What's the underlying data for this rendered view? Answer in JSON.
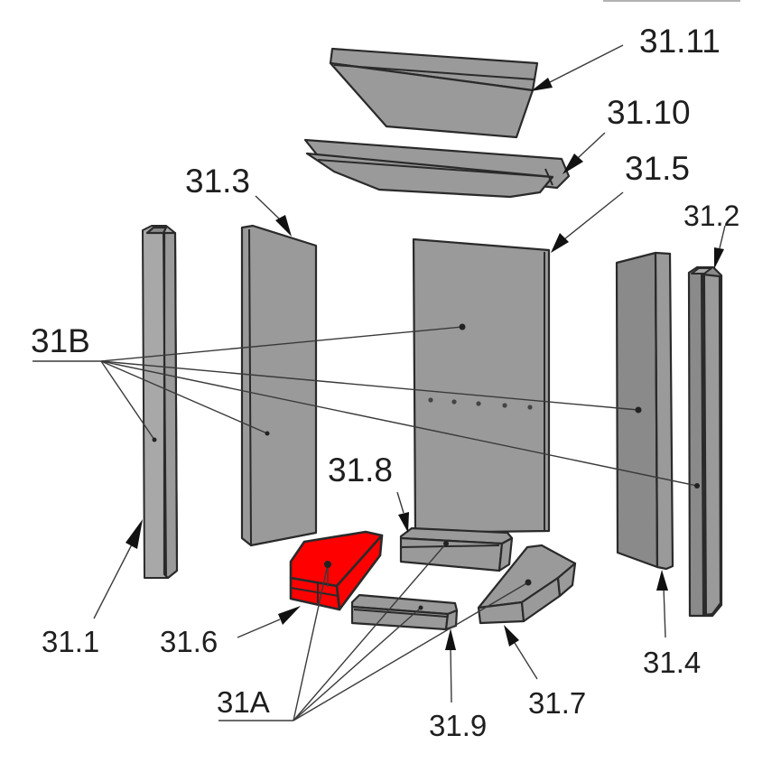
{
  "diagram": {
    "title": "Firebox lining parts (exploded view)",
    "highlight_color": "#ff0000",
    "part_color": "#9a9a9a",
    "labels": {
      "p31_11": "31.11",
      "p31_10": "31.10",
      "p31_5": "31.5",
      "p31_3": "31.3",
      "p31_2": "31.2",
      "g31B": "31B",
      "p31_8": "31.8",
      "p31_1": "31.1",
      "p31_6": "31.6",
      "p31_4": "31.4",
      "g31A": "31A",
      "p31_9": "31.9",
      "p31_7": "31.7"
    },
    "parts": [
      {
        "id": "31.1",
        "name": "left side narrow column"
      },
      {
        "id": "31.2",
        "name": "right side narrow column"
      },
      {
        "id": "31.3",
        "name": "left side panel"
      },
      {
        "id": "31.4",
        "name": "right side panel"
      },
      {
        "id": "31.5",
        "name": "rear back panel"
      },
      {
        "id": "31.6",
        "name": "front left floor brick",
        "highlighted": true
      },
      {
        "id": "31.7",
        "name": "front right floor brick"
      },
      {
        "id": "31.8",
        "name": "rear floor brick"
      },
      {
        "id": "31.9",
        "name": "front middle floor brick"
      },
      {
        "id": "31.10",
        "name": "lower baffle plate"
      },
      {
        "id": "31.11",
        "name": "upper baffle plate"
      }
    ],
    "groups": [
      {
        "id": "31A",
        "members": [
          "31.6",
          "31.7",
          "31.8",
          "31.9"
        ]
      },
      {
        "id": "31B",
        "members": [
          "31.1",
          "31.2",
          "31.3",
          "31.4",
          "31.5"
        ]
      }
    ]
  }
}
